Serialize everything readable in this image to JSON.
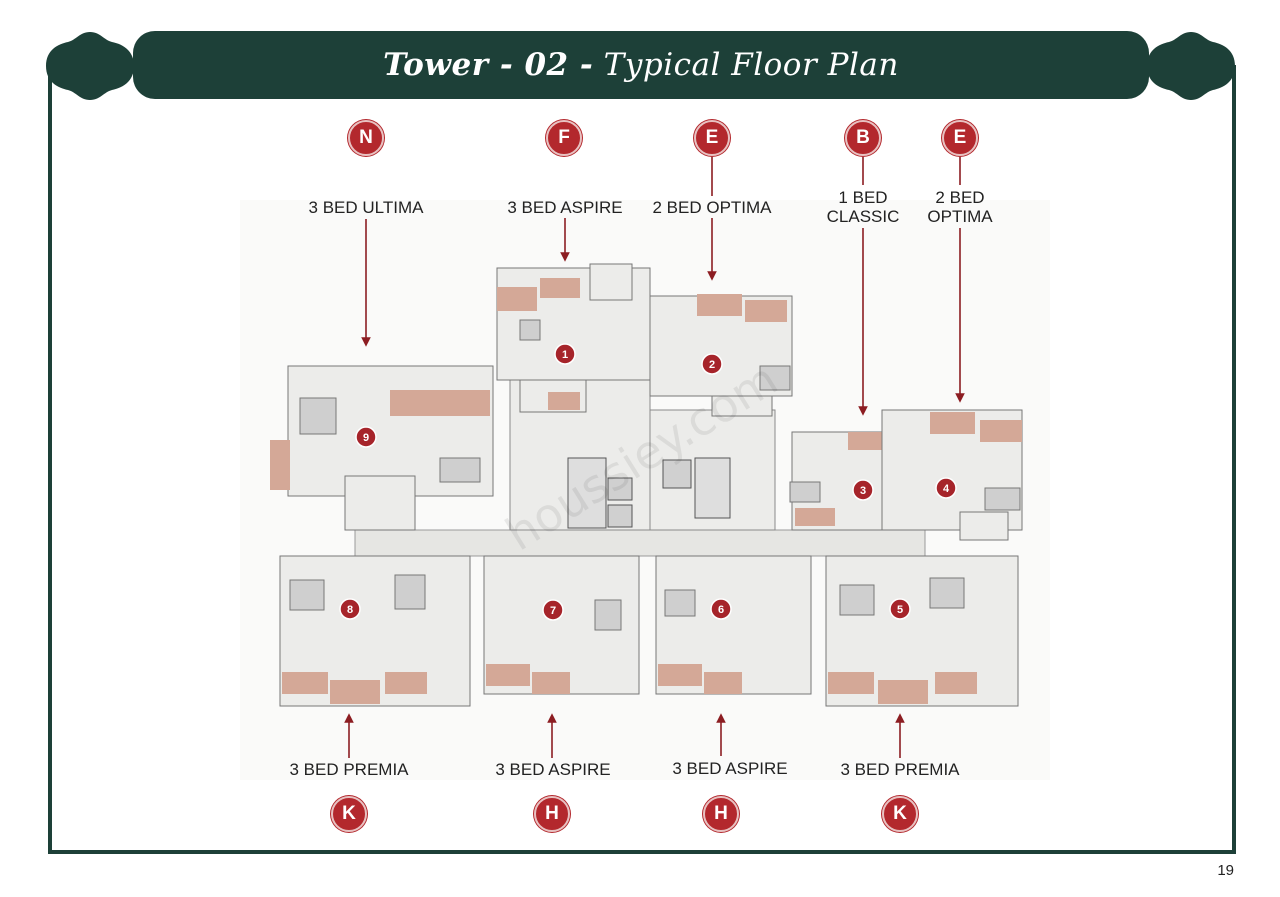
{
  "header": {
    "title_bold": "Tower - 02 -",
    "title_rest": "Typical Floor Plan"
  },
  "page_number": "19",
  "watermark": "houssiey.com",
  "colors": {
    "brand_green": "#1d4038",
    "accent_red": "#b3282d",
    "arrow_red": "#8c1d22",
    "balcony": "#d4a897",
    "floor": "#ececea"
  },
  "top_units": [
    {
      "badge": "N",
      "label_lines": [
        "3 BED ULTIMA"
      ]
    },
    {
      "badge": "F",
      "label_lines": [
        "3 BED ASPIRE"
      ]
    },
    {
      "badge": "E",
      "label_lines": [
        "2 BED OPTIMA"
      ]
    },
    {
      "badge": "B",
      "label_lines": [
        "1 BED",
        "CLASSIC"
      ]
    },
    {
      "badge": "E",
      "label_lines": [
        "2 BED",
        "OPTIMA"
      ]
    }
  ],
  "bottom_units": [
    {
      "badge": "K",
      "label_lines": [
        "3 BED PREMIA"
      ]
    },
    {
      "badge": "H",
      "label_lines": [
        "3 BED ASPIRE"
      ]
    },
    {
      "badge": "H",
      "label_lines": [
        "3 BED ASPIRE"
      ]
    },
    {
      "badge": "K",
      "label_lines": [
        "3 BED PREMIA"
      ]
    }
  ],
  "flat_numbers": [
    "1",
    "2",
    "3",
    "4",
    "5",
    "6",
    "7",
    "8",
    "9"
  ]
}
